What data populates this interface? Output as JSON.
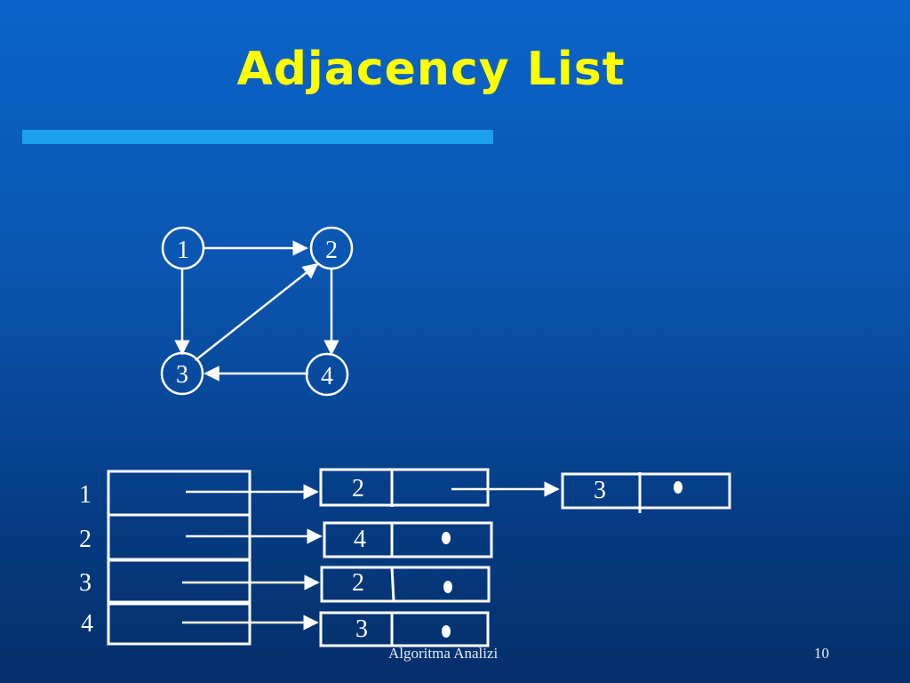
{
  "slide": {
    "title": "Adjacency List",
    "footer": "Algoritma Analizi",
    "page_number": "10"
  },
  "graph": {
    "nodes": [
      {
        "id": "1",
        "label": "1"
      },
      {
        "id": "2",
        "label": "2"
      },
      {
        "id": "3",
        "label": "3"
      },
      {
        "id": "4",
        "label": "4"
      }
    ],
    "edges": [
      {
        "from": "1",
        "to": "2"
      },
      {
        "from": "1",
        "to": "3"
      },
      {
        "from": "2",
        "to": "4"
      },
      {
        "from": "3",
        "to": "2"
      },
      {
        "from": "4",
        "to": "3"
      }
    ]
  },
  "adjacency_list": {
    "rows": [
      {
        "vertex": "1",
        "list": [
          "2",
          "3"
        ]
      },
      {
        "vertex": "2",
        "list": [
          "4"
        ]
      },
      {
        "vertex": "3",
        "list": [
          "2"
        ]
      },
      {
        "vertex": "4",
        "list": [
          "3"
        ]
      }
    ]
  },
  "colors": {
    "title": "#ffff00",
    "accent_bar": "#1aa0ee",
    "lines": "#ffffff"
  }
}
